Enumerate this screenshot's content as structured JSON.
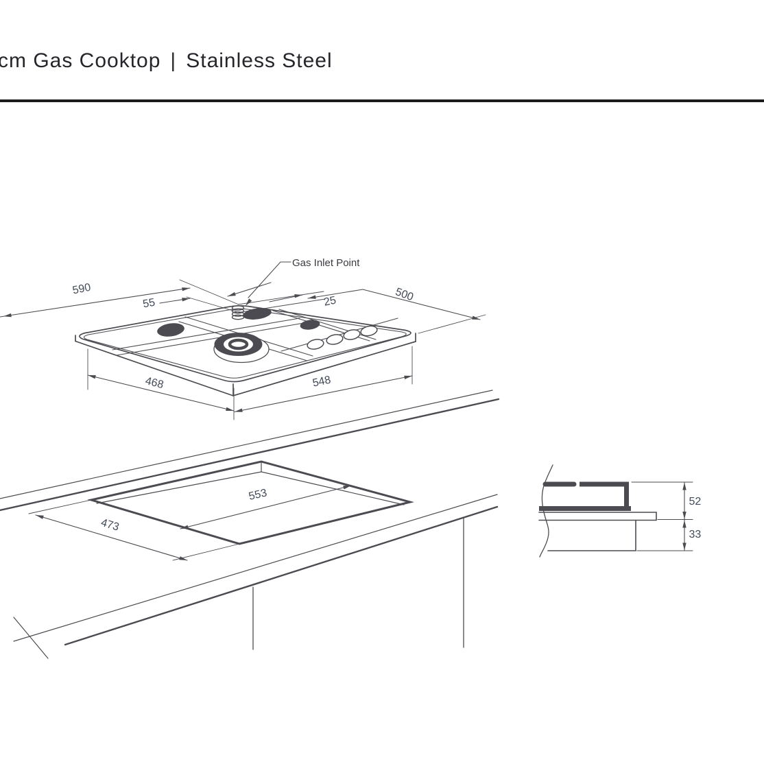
{
  "page": {
    "title": {
      "product": "cm Gas Cooktop",
      "separator": "|",
      "finish": "Stainless Steel"
    }
  },
  "drawing": {
    "labels": {
      "gas_inlet": "Gas Inlet Point"
    },
    "dimensions_mm": {
      "overall_width": "590",
      "inlet_offset_left": "55",
      "inlet_offset_right": "25",
      "overall_depth": "500",
      "base_width": "468",
      "base_depth": "548",
      "cutout_length": "553",
      "cutout_depth": "473",
      "height_above_bench": "52",
      "height_below_bench": "33"
    },
    "colors": {
      "line": "#4b4b51",
      "dim_text": "#434a58",
      "title_text": "#25252b",
      "divider": "#1b1b1b"
    }
  }
}
